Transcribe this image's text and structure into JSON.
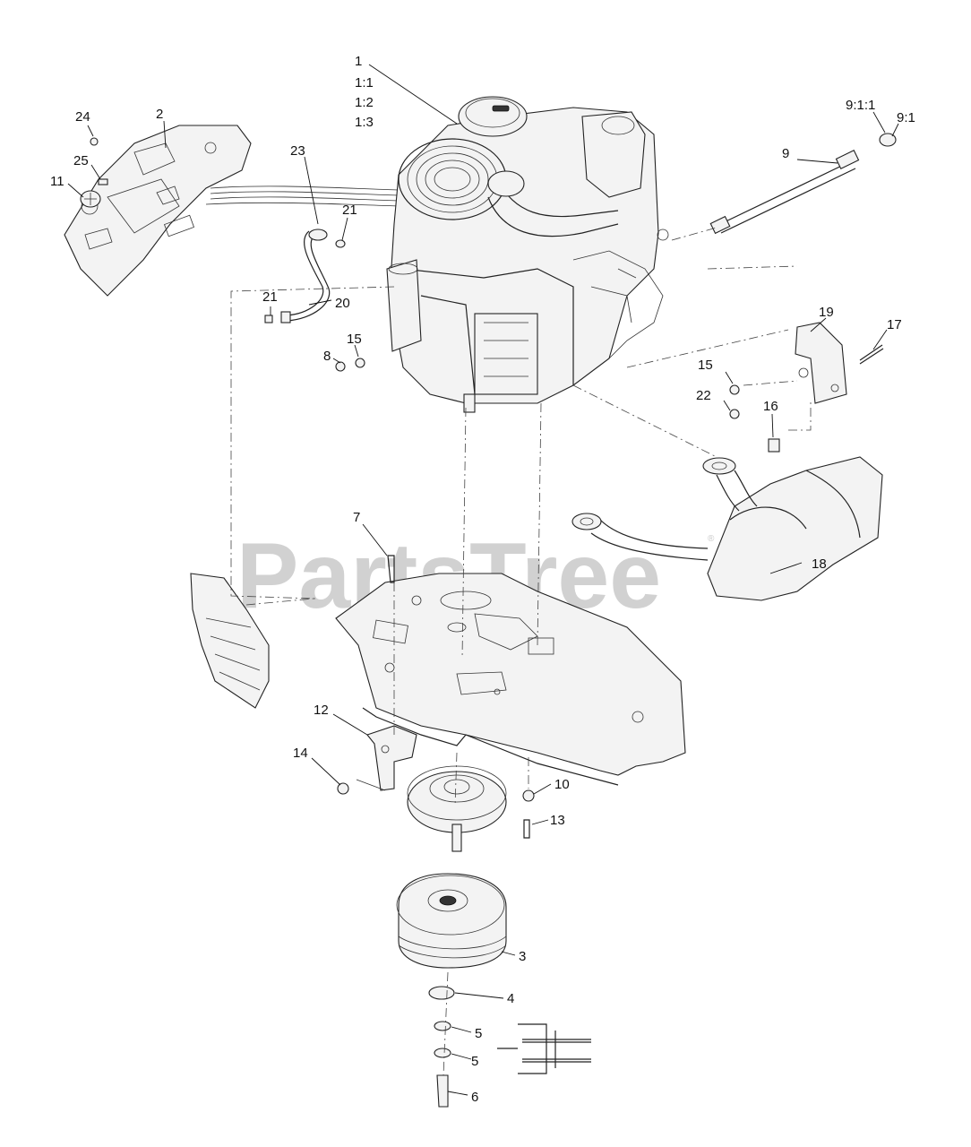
{
  "watermark": "PartsTree",
  "callouts": {
    "c1": "1",
    "c1_1": "1:1",
    "c1_2": "1:2",
    "c1_3": "1:3",
    "c2": "2",
    "c24": "24",
    "c25": "25",
    "c11": "11",
    "c23": "23",
    "c21a": "21",
    "c21b": "21",
    "c20": "20",
    "c8": "8",
    "c15a": "15",
    "c9": "9",
    "c9_1_1": "9:1:1",
    "c9_1": "9:1",
    "c19": "19",
    "c17": "17",
    "c15b": "15",
    "c22": "22",
    "c16": "16",
    "c7": "7",
    "c18": "18",
    "c12": "12",
    "c14": "14",
    "c10": "10",
    "c13": "13",
    "c3": "3",
    "c4": "4",
    "c5a": "5",
    "c5b": "5",
    "c6": "6"
  },
  "icons": {
    "trademark": "registered-mark-icon"
  }
}
